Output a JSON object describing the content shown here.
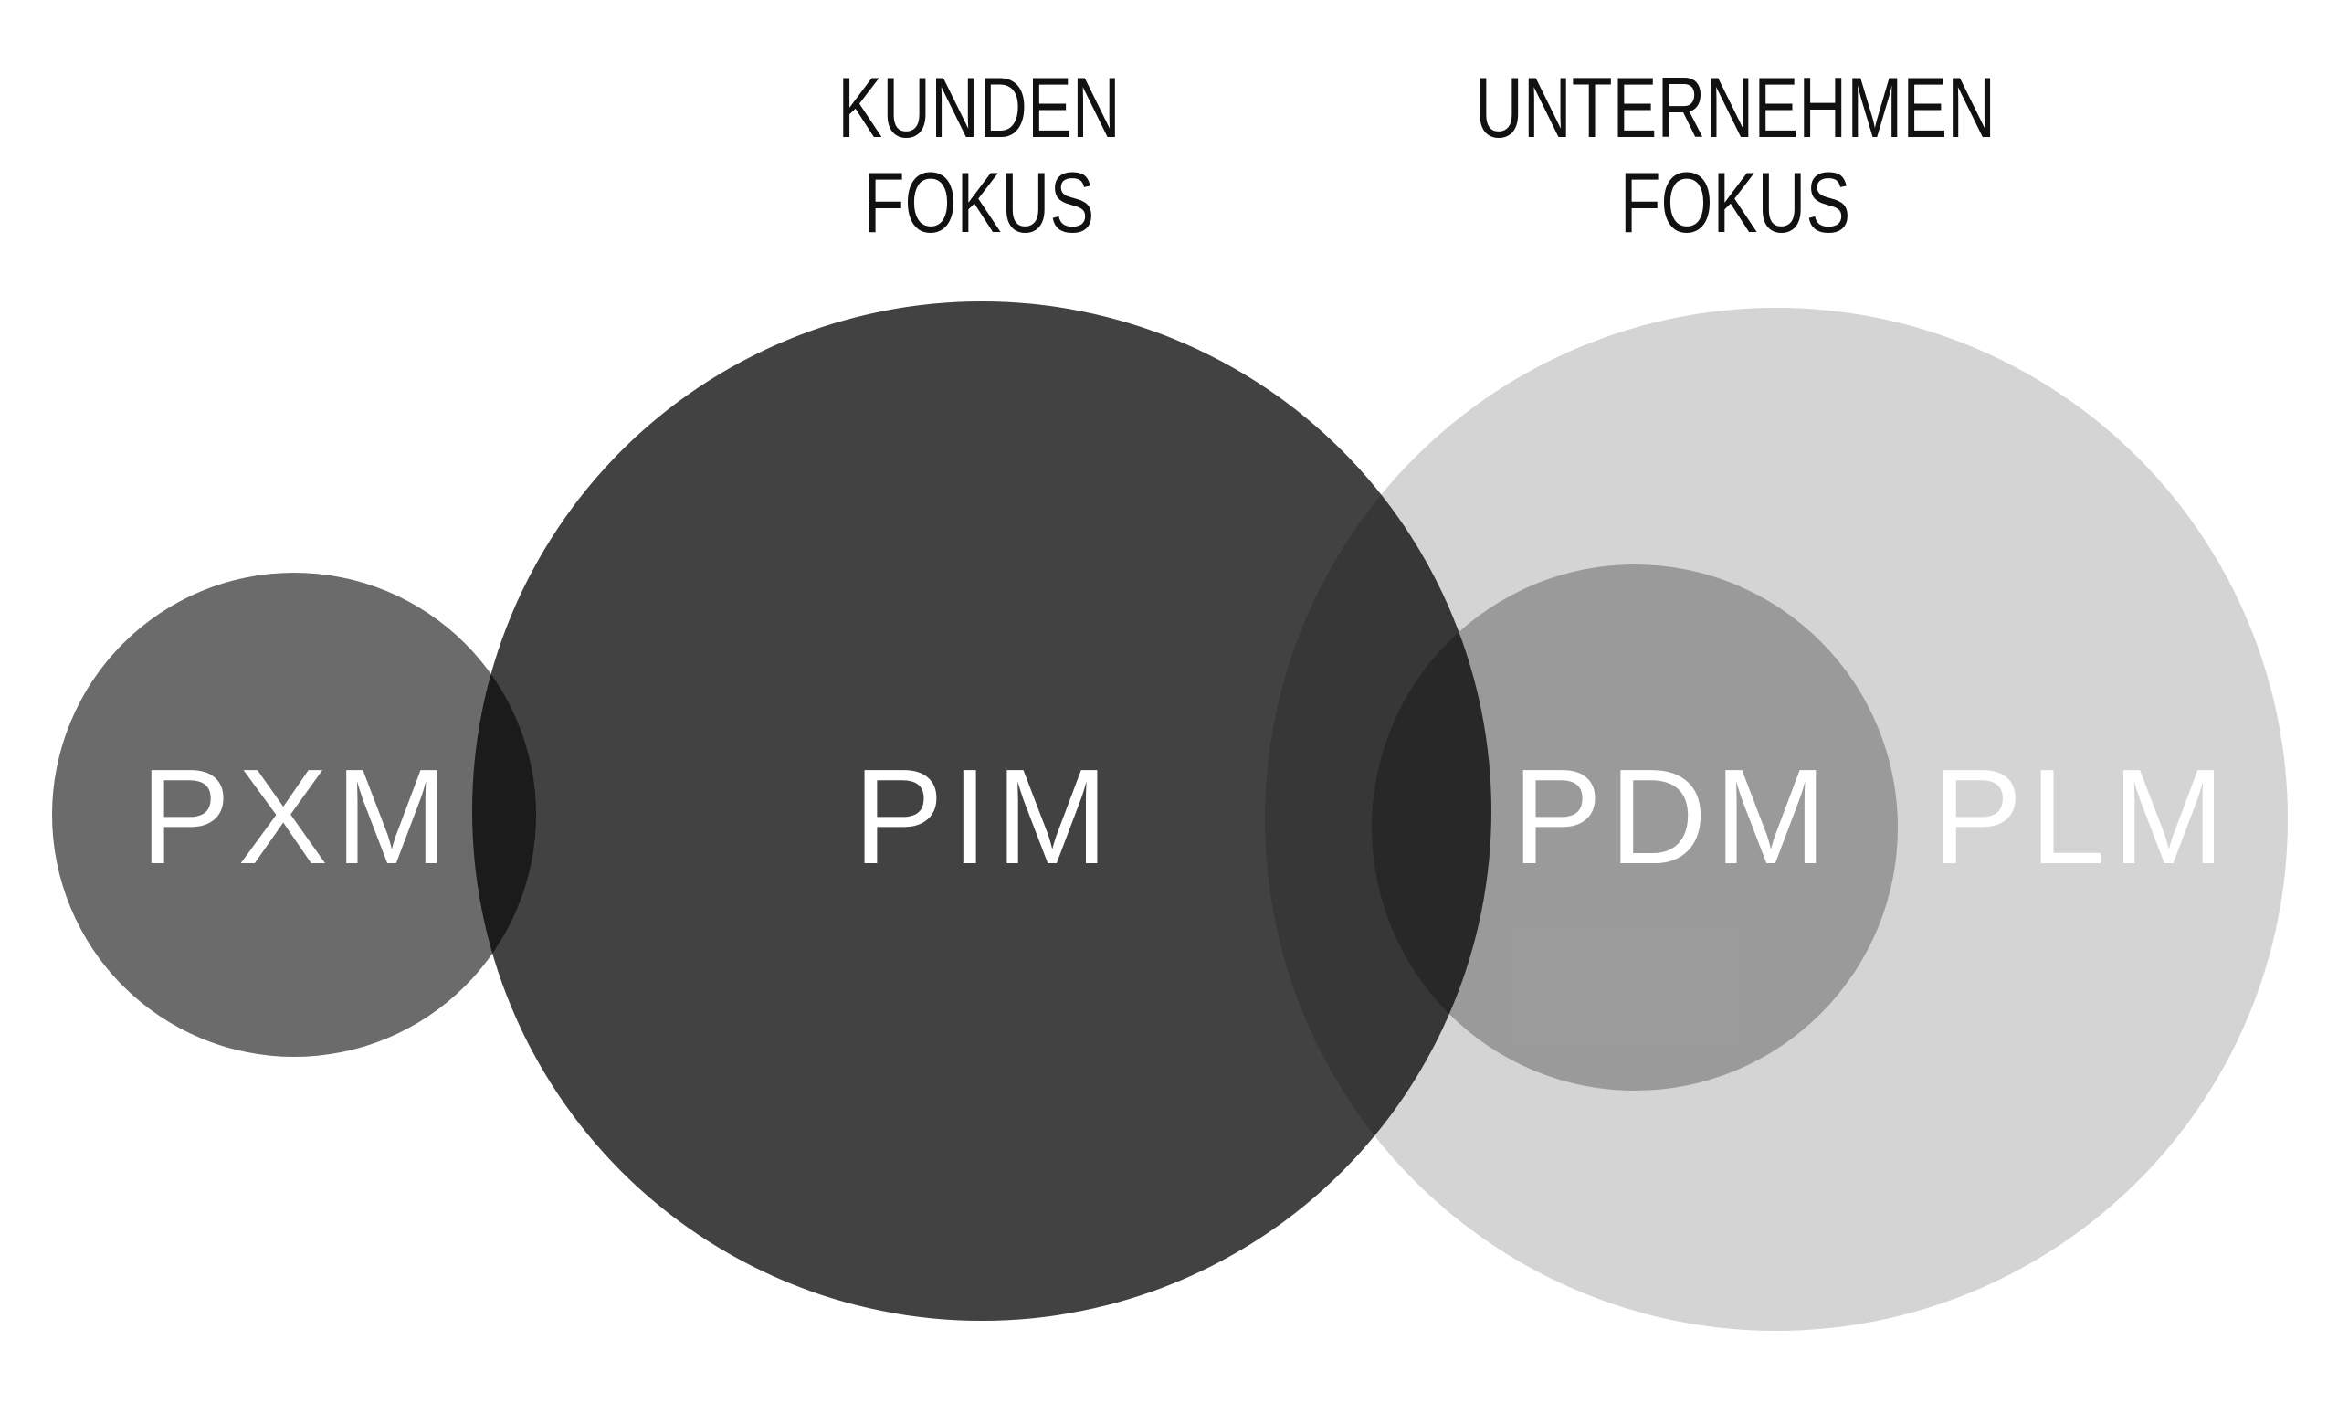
{
  "diagram": {
    "type": "venn-euler",
    "background": "#ffffff",
    "headings": [
      {
        "id": "kunden-fokus",
        "lines": [
          "KUNDEN",
          "FOKUS"
        ],
        "color": "#111111"
      },
      {
        "id": "unternehmen-fokus",
        "lines": [
          "UNTERNEHMEN",
          "FOKUS"
        ],
        "color": "#111111"
      }
    ],
    "circles": [
      {
        "id": "pxm",
        "label": "PXM",
        "fill": "#6b6b6b",
        "group": "kunden-fokus"
      },
      {
        "id": "pim",
        "label": "PIM",
        "fill": "#424242",
        "group": "kunden-fokus"
      },
      {
        "id": "pdm",
        "label": "PDM",
        "fill": "#9a9a9a",
        "group": "unternehmen-fokus"
      },
      {
        "id": "plm",
        "label": "PLM",
        "fill": "#d4d4d4",
        "group": "unternehmen-fokus"
      }
    ],
    "overlap_colors": {
      "pxm_pim": "#1c1c1c",
      "pim_plm": "#373737",
      "pim_pdm_plm": "#242424",
      "pdm_plm": "#9a9a9a"
    },
    "label_text_color": "#ffffff"
  }
}
